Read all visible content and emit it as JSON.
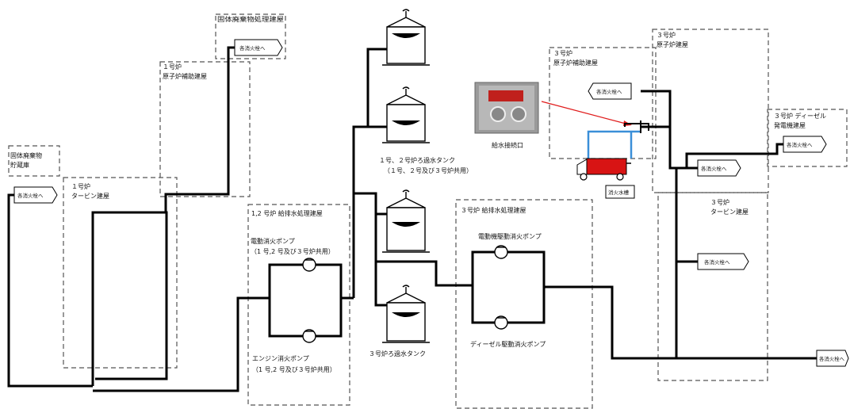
{
  "buildings": {
    "solid_waste_processing": "固体廃棄物処理建屋",
    "solid_waste_storage_line1": "固体廃棄物",
    "solid_waste_storage_line2": "貯蔵庫",
    "u1_aux_line1": "１号炉",
    "u1_aux_line2": "原子炉補助建屋",
    "u1_turbine_line1": "１号炉",
    "u1_turbine_line2": "タービン建屋",
    "u12_water_treatment": "1,2 号炉 給排水処理建屋",
    "u3_water_treatment": "３号炉 給排水処理建屋",
    "u3_aux_line1": "３号炉",
    "u3_aux_line2": "原子炉補助建屋",
    "u3_reactor_line1": "３号炉",
    "u3_reactor_line2": "原子炉建屋",
    "u3_diesel_line1": "３号炉 ディーゼル",
    "u3_diesel_line2": "発電機建屋",
    "u3_turbine_line1": "３号炉",
    "u3_turbine_line2": "タービン建屋"
  },
  "tanks": {
    "u12_filtered_water_line1": "１号、２号炉ろ過水タンク",
    "u12_filtered_water_line2": "（１号、２号及び３号炉共用）",
    "u3_filtered_water": "３号炉ろ過水タンク"
  },
  "pumps": {
    "electric_fire_pump_line1": "電動消火ポンプ",
    "electric_fire_pump_line2": "（1 号,2 号及び３号炉共用）",
    "engine_fire_pump_line1": "エンジン消火ポンプ",
    "engine_fire_pump_line2": "（1 号,2 号及び３号炉共用）",
    "motor_driven_fire_pump": "電動機駆動消火ポンプ",
    "diesel_driven_fire_pump": "ディーゼル駆動消火ポンプ"
  },
  "connection": {
    "water_supply_port": "給水接続口",
    "fire_truck": "消火水槽"
  },
  "hydrant_flag_text": "各消火栓へ",
  "colors": {
    "accent_arrow": "#e01b1b",
    "fire_truck_red": "#d81414",
    "blue_hose": "#3a8fd8",
    "photo_panel": "#9a9a9a"
  }
}
